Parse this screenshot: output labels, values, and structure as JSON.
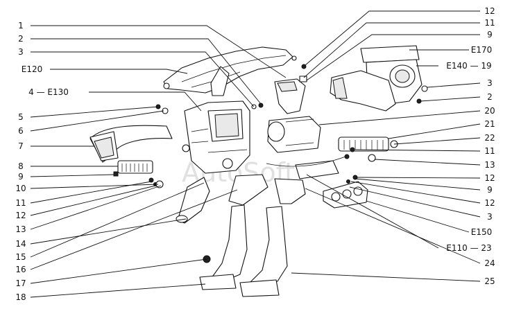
{
  "watermark": "AutoSoft",
  "left_labels": [
    {
      "id": "l1",
      "text": "1"
    },
    {
      "id": "l2",
      "text": "2"
    },
    {
      "id": "l3",
      "text": "3"
    },
    {
      "id": "l4",
      "text": "E120"
    },
    {
      "id": "l5",
      "text": "4 — E130"
    },
    {
      "id": "l6",
      "text": "5"
    },
    {
      "id": "l7",
      "text": "6"
    },
    {
      "id": "l8",
      "text": "7"
    },
    {
      "id": "l9",
      "text": "8"
    },
    {
      "id": "l10",
      "text": "9"
    },
    {
      "id": "l11",
      "text": "10"
    },
    {
      "id": "l12",
      "text": "11"
    },
    {
      "id": "l13",
      "text": "12"
    },
    {
      "id": "l14",
      "text": "13"
    },
    {
      "id": "l15",
      "text": "14"
    },
    {
      "id": "l16",
      "text": "15"
    },
    {
      "id": "l17",
      "text": "16"
    },
    {
      "id": "l18",
      "text": "17"
    },
    {
      "id": "l19",
      "text": "18"
    }
  ],
  "right_labels": [
    {
      "id": "r1",
      "text": "12"
    },
    {
      "id": "r2",
      "text": "11"
    },
    {
      "id": "r3",
      "text": "9"
    },
    {
      "id": "r4",
      "text": "E170"
    },
    {
      "id": "r5",
      "text": "E140 — 19"
    },
    {
      "id": "r6",
      "text": "3"
    },
    {
      "id": "r7",
      "text": "2"
    },
    {
      "id": "r8",
      "text": "20"
    },
    {
      "id": "r9",
      "text": "21"
    },
    {
      "id": "r10",
      "text": "22"
    },
    {
      "id": "r11",
      "text": "11"
    },
    {
      "id": "r12",
      "text": "13"
    },
    {
      "id": "r13",
      "text": "12"
    },
    {
      "id": "r14",
      "text": "9"
    },
    {
      "id": "r15",
      "text": "12"
    },
    {
      "id": "r16",
      "text": "3"
    },
    {
      "id": "r17",
      "text": "E150"
    },
    {
      "id": "r18",
      "text": "E110 — 23"
    },
    {
      "id": "r19",
      "text": "24"
    },
    {
      "id": "r20",
      "text": "25"
    }
  ]
}
